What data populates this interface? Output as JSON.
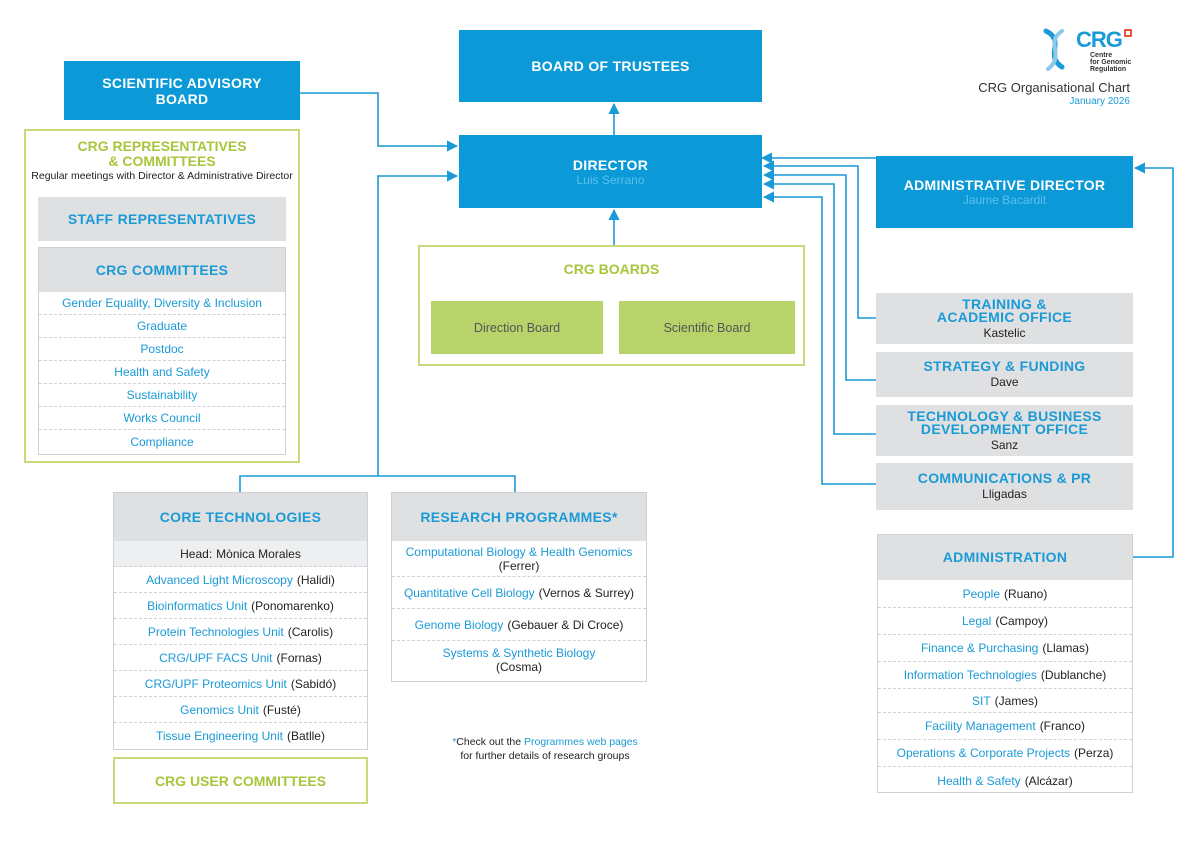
{
  "header": {
    "logo_text": "CRG",
    "logo_sub": [
      "Centre",
      "for Genomic",
      "Regulation"
    ],
    "title": "CRG Organisational Chart",
    "date": "January 2026"
  },
  "board_of_trustees": "BOARD OF TRUSTEES",
  "scientific_advisory_board": "SCIENTIFIC ADVISORY BOARD",
  "director": {
    "title": "DIRECTOR",
    "name": "Luis Serrano"
  },
  "administrative_director": {
    "title": "ADMINISTRATIVE DIRECTOR",
    "name": "Jaume Bacardit"
  },
  "representatives": {
    "title_line1": "CRG REPRESENTATIVES",
    "title_line2": "& COMMITTEES",
    "subtitle": "Regular meetings with Director & Administrative Director",
    "staff": "STAFF REPRESENTATIVES",
    "committees_title": "CRG COMMITTEES",
    "committees": [
      "Gender Equality, Diversity & Inclusion",
      "Graduate",
      "Postdoc",
      "Health and Safety",
      "Sustainability",
      "Works Council",
      "Compliance"
    ]
  },
  "boards": {
    "title": "CRG BOARDS",
    "direction": "Direction Board",
    "scientific": "Scientific Board"
  },
  "offices": [
    {
      "title_line1": "TRAINING &",
      "title_line2": "ACADEMIC OFFICE",
      "head": "Kastelic"
    },
    {
      "title_line1": "STRATEGY & FUNDING",
      "title_line2": "",
      "head": "Dave"
    },
    {
      "title_line1": "TECHNOLOGY & BUSINESS",
      "title_line2": "DEVELOPMENT OFFICE",
      "head": "Sanz"
    },
    {
      "title_line1": "COMMUNICATIONS & PR",
      "title_line2": "",
      "head": "Lligadas"
    }
  ],
  "core": {
    "title": "CORE TECHNOLOGIES",
    "head_label": "Head:",
    "head_name": "Mònica Morales",
    "units": [
      {
        "name": "Advanced Light Microscopy",
        "lead": "(Halidi)"
      },
      {
        "name": "Bioinformatics Unit",
        "lead": "(Ponomarenko)"
      },
      {
        "name": "Protein Technologies Unit",
        "lead": "(Carolis)"
      },
      {
        "name": "CRG/UPF FACS Unit",
        "lead": "(Fornas)"
      },
      {
        "name": "CRG/UPF Proteomics Unit",
        "lead": "(Sabidó)"
      },
      {
        "name": "Genomics Unit",
        "lead": "(Fusté)"
      },
      {
        "name": "Tissue Engineering Unit",
        "lead": "(Batlle)"
      }
    ],
    "user_committees": "CRG USER COMMITTEES"
  },
  "research": {
    "title": "RESEARCH PROGRAMMES*",
    "programmes": [
      {
        "name": "Computational Biology & Health Genomics",
        "lead": "(Ferrer)"
      },
      {
        "name": "Quantitative Cell Biology",
        "lead": "(Vernos & Surrey)"
      },
      {
        "name": "Genome Biology",
        "lead": "(Gebauer & Di Croce)"
      },
      {
        "name": "Systems & Synthetic Biology",
        "lead": "(Cosma)"
      }
    ],
    "note_star": "*",
    "note_pre": "Check out the",
    "note_link": "Programmes web pages",
    "note_post": "for further details of research groups"
  },
  "administration": {
    "title": "ADMINISTRATION",
    "items": [
      {
        "name": "People",
        "lead": "(Ruano)"
      },
      {
        "name": "Legal",
        "lead": "(Campoy)"
      },
      {
        "name": "Finance & Purchasing",
        "lead": "(Llamas)"
      },
      {
        "name": "Information Technologies",
        "lead": "(Dublanche)"
      },
      {
        "name": "SIT",
        "lead": "(James)"
      },
      {
        "name": "Facility Management",
        "lead": "(Franco)"
      },
      {
        "name": "Operations & Corporate Projects",
        "lead": "(Perza)"
      },
      {
        "name": "Health & Safety",
        "lead": "(Alcázar)"
      }
    ]
  },
  "colors": {
    "blue": "#0b9ad7",
    "light_blue_text": "#1a9ad6",
    "green": "#a9c53c",
    "green_fill": "#b8d36a",
    "grey": "#dfe0e2"
  }
}
